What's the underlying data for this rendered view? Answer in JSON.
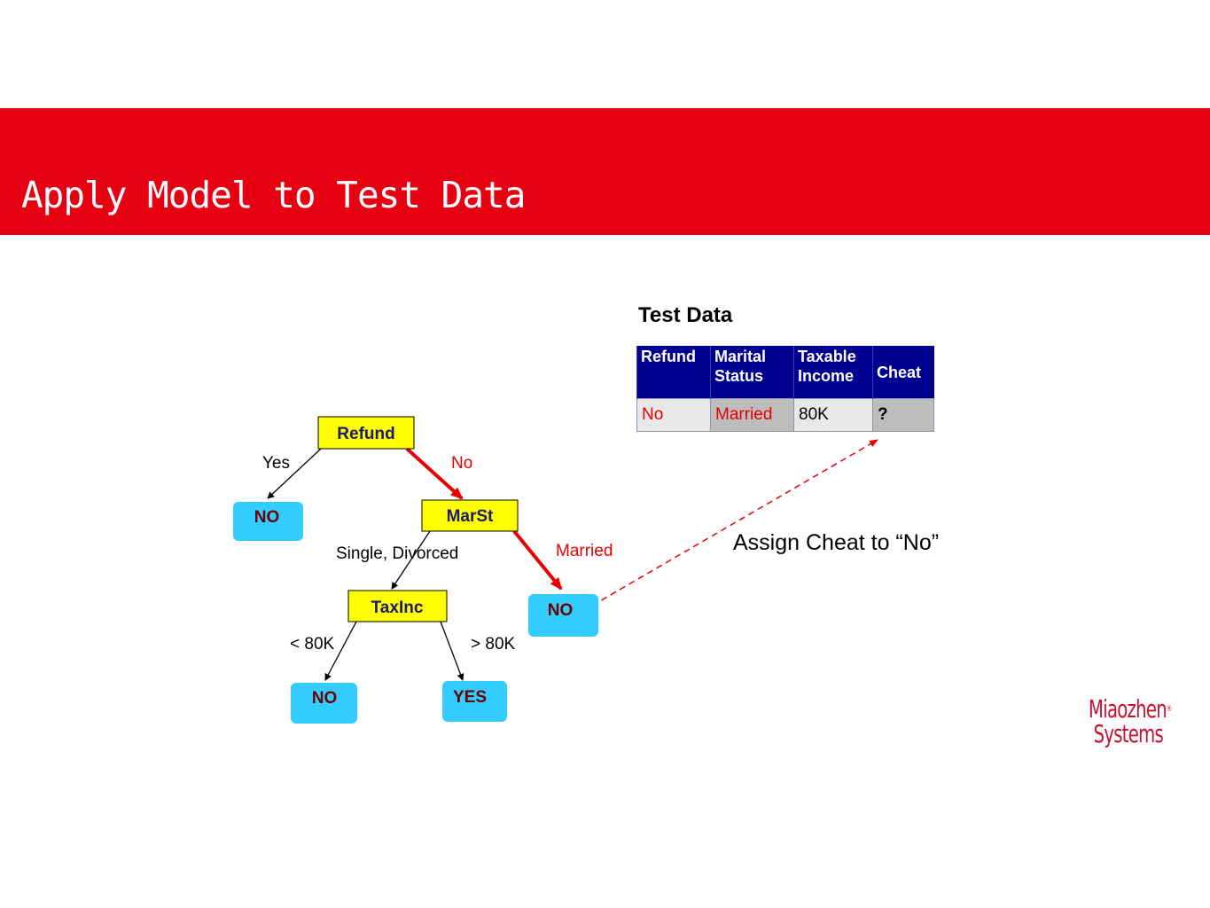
{
  "slide": {
    "title": "Apply Model to Test Data"
  },
  "tree": {
    "nodes": [
      {
        "id": "refund",
        "label": "Refund",
        "kind": "decision"
      },
      {
        "id": "no-left",
        "label": "NO",
        "kind": "leaf"
      },
      {
        "id": "marst",
        "label": "MarSt",
        "kind": "decision"
      },
      {
        "id": "taxinc",
        "label": "TaxInc",
        "kind": "decision"
      },
      {
        "id": "no-married",
        "label": "NO",
        "kind": "leaf"
      },
      {
        "id": "no-low",
        "label": "NO",
        "kind": "leaf"
      },
      {
        "id": "yes-high",
        "label": "YES",
        "kind": "leaf"
      }
    ],
    "edges": [
      {
        "from": "refund",
        "to": "no-left",
        "label": "Yes",
        "highlight": false
      },
      {
        "from": "refund",
        "to": "marst",
        "label": "No",
        "highlight": true
      },
      {
        "from": "marst",
        "to": "taxinc",
        "label": "Single, Divorced",
        "highlight": false
      },
      {
        "from": "marst",
        "to": "no-married",
        "label": "Married",
        "highlight": true
      },
      {
        "from": "taxinc",
        "to": "no-low",
        "label": "< 80K",
        "highlight": false
      },
      {
        "from": "taxinc",
        "to": "yes-high",
        "label": "> 80K",
        "highlight": false
      }
    ]
  },
  "test_data": {
    "title": "Test Data",
    "headers": {
      "refund": "Refund",
      "marital": [
        "Marital",
        "Status"
      ],
      "income": [
        "Taxable",
        "Income"
      ],
      "cheat": "Cheat"
    },
    "row": {
      "refund": "No",
      "marital": "Married",
      "income": "80K",
      "cheat": "?"
    }
  },
  "annotation": "Assign Cheat to “No”",
  "logo": {
    "line1": "Miaozhen",
    "line2": "Systems",
    "mark": "®"
  },
  "colors": {
    "banner": "#e60012",
    "decision_fill": "#ffff00",
    "leaf_fill": "#33ccff",
    "highlight": "#e60000",
    "table_header": "#000090",
    "node_text_decision": "#1a1a6e",
    "node_text_leaf": "#6b0000"
  }
}
